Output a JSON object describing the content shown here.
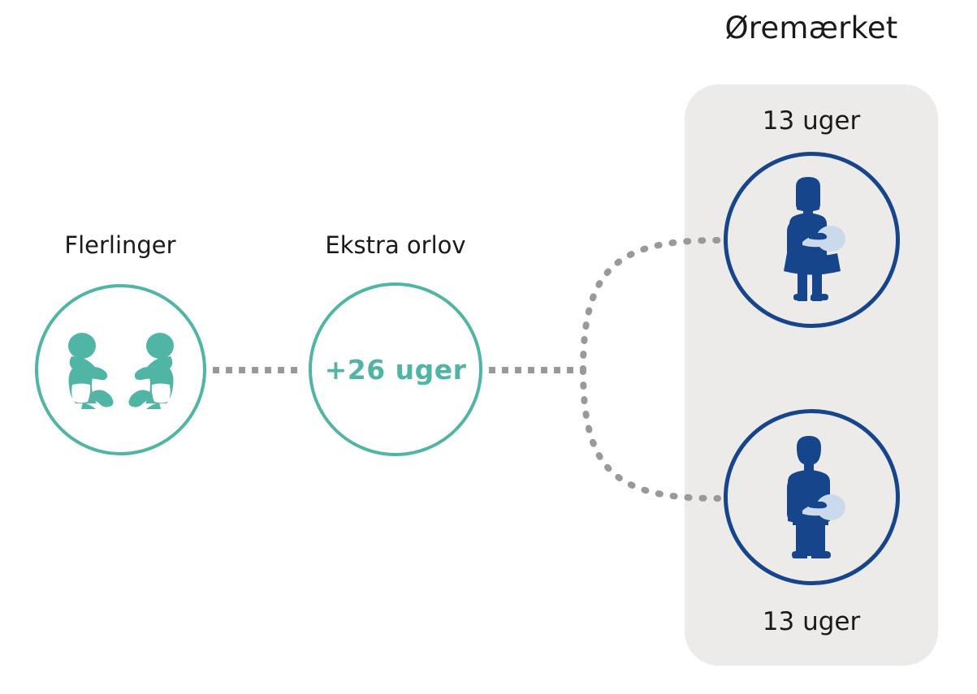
{
  "diagram": {
    "title_right_panel": "Øremærket",
    "nodes": {
      "twins": {
        "label": "Flerlinger",
        "icon": "two-babies-icon",
        "color": "#51B5A6"
      },
      "extra_leave": {
        "label": "Ekstra orlov",
        "value": "+26 uger",
        "color": "#51B5A6"
      },
      "mother": {
        "weeks_label": "13 uger",
        "icon": "woman-holding-baby-icon",
        "color": "#16458C"
      },
      "father": {
        "weeks_label": "13 uger",
        "icon": "man-holding-baby-icon",
        "color": "#16458C"
      }
    },
    "colors": {
      "teal": "#51B5A6",
      "blue": "#16458C",
      "panel_background": "#ECEBE9",
      "connector_gray": "#999999",
      "text": "#1a1a1a",
      "baby_highlight": "#CBD9EC"
    },
    "connectors": {
      "style": "dotted",
      "color": "#999999",
      "description": "Flerlinger to Ekstra orlov, then branching to mother and father"
    }
  }
}
